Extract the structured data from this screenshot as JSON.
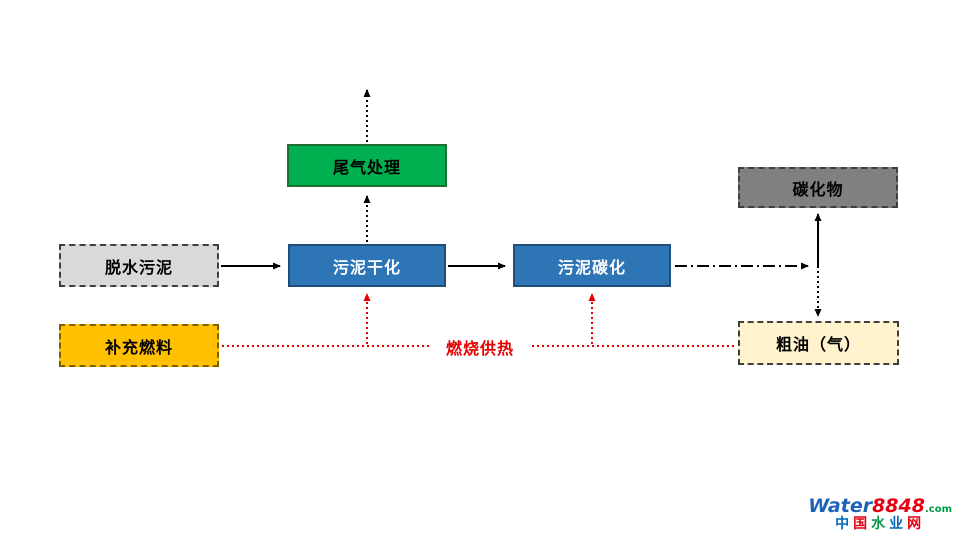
{
  "diagram": {
    "nodes": {
      "dewatered_sludge": {
        "label": "脱水污泥",
        "fill": "#d9d9d9"
      },
      "supplementary_fuel": {
        "label": "补充燃料",
        "fill": "#ffc000"
      },
      "sludge_drying": {
        "label": "污泥干化",
        "fill": "#2e75b6"
      },
      "sludge_carbonization": {
        "label": "污泥碳化",
        "fill": "#2e75b6"
      },
      "tail_gas_treatment": {
        "label": "尾气处理",
        "fill": "#00b050"
      },
      "carbide": {
        "label": "碳化物",
        "fill": "#808080"
      },
      "crude_oil_gas": {
        "label": "粗油（气）",
        "fill": "#fff2cc"
      }
    },
    "edge_labels": {
      "combustion_heating": "燃烧供热"
    },
    "colors": {
      "flow_line": "#000000",
      "heat_line": "#e60000"
    }
  },
  "logo": {
    "brand": "Water",
    "number": "8848",
    "suffix": ".com",
    "tagline_chars": [
      "中",
      "国",
      "水",
      "业",
      "网"
    ]
  }
}
